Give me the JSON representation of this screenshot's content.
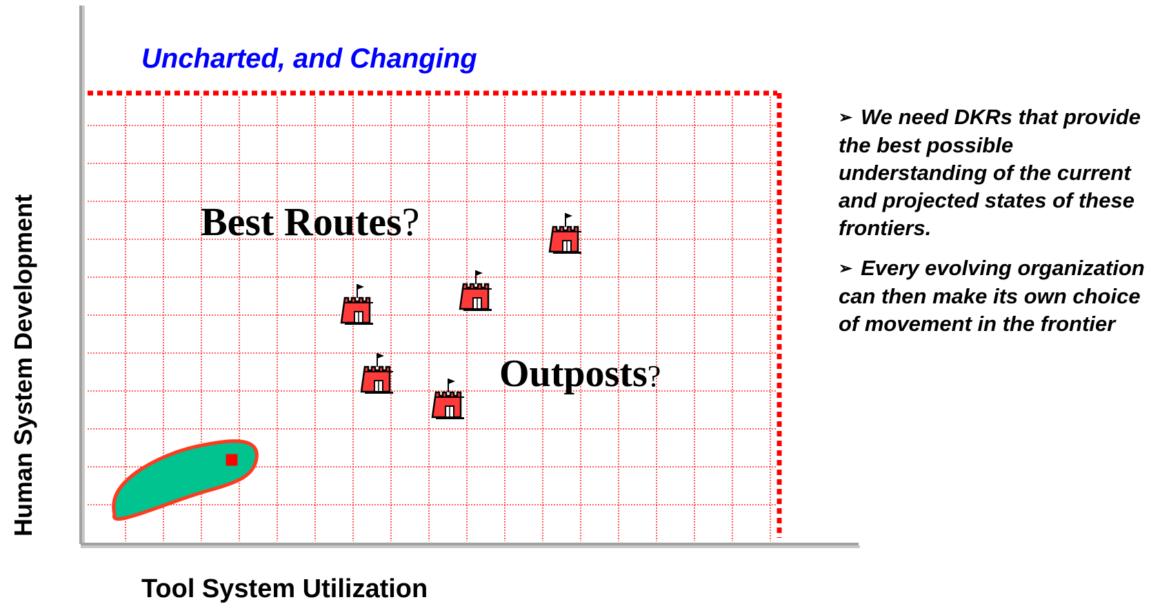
{
  "axes": {
    "y_title": "Human System Development",
    "x_title": "Tool System Utilization"
  },
  "panel": {
    "title": "Uncharted, and Changing"
  },
  "map": {
    "labels": {
      "routes_text": "Best Routes",
      "routes_mark": "?",
      "outposts_text": "Outposts",
      "outposts_mark": "?"
    },
    "icons": {
      "castle": "castle-icon",
      "home_region": "territory-region"
    }
  },
  "bullets": [
    {
      "marker": "➢",
      "text": "We need DKRs that provide the best possible understanding of the current and projected states of these frontiers."
    },
    {
      "marker": "➢",
      "text": "Every evolving organization can then make its own choice of movement in the frontier"
    }
  ],
  "colors": {
    "grid": "#ff0000",
    "title": "#0000ff",
    "castle": "#ff3a3a",
    "region_fill": "#00c390",
    "region_stroke": "#ff3a1e",
    "axis": "#a0a0a0"
  }
}
